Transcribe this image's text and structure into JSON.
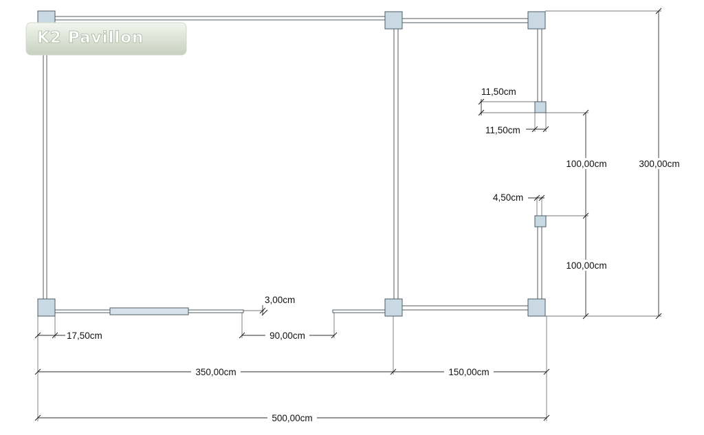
{
  "logo": {
    "text": "K2 Pavillon",
    "color_top": "#eef2e6",
    "color_bottom": "#c9d2c0"
  },
  "dimensions": {
    "overall_width": "500,00cm",
    "left_bay": "350,00cm",
    "right_bay": "150,00cm",
    "overall_depth": "300,00cm",
    "upper_segment": "100,00cm",
    "lower_segment": "100,00cm",
    "door_opening": "90,00cm",
    "post_offset": "17,50cm",
    "wall_thickness": "3,00cm",
    "post_size_width": "11,50cm",
    "post_size_height": "11,50cm",
    "small_post": "4,50cm"
  },
  "colors": {
    "post_fill": "#c9d9e3",
    "outline": "#4f5a63",
    "line": "#2b2b2b"
  }
}
